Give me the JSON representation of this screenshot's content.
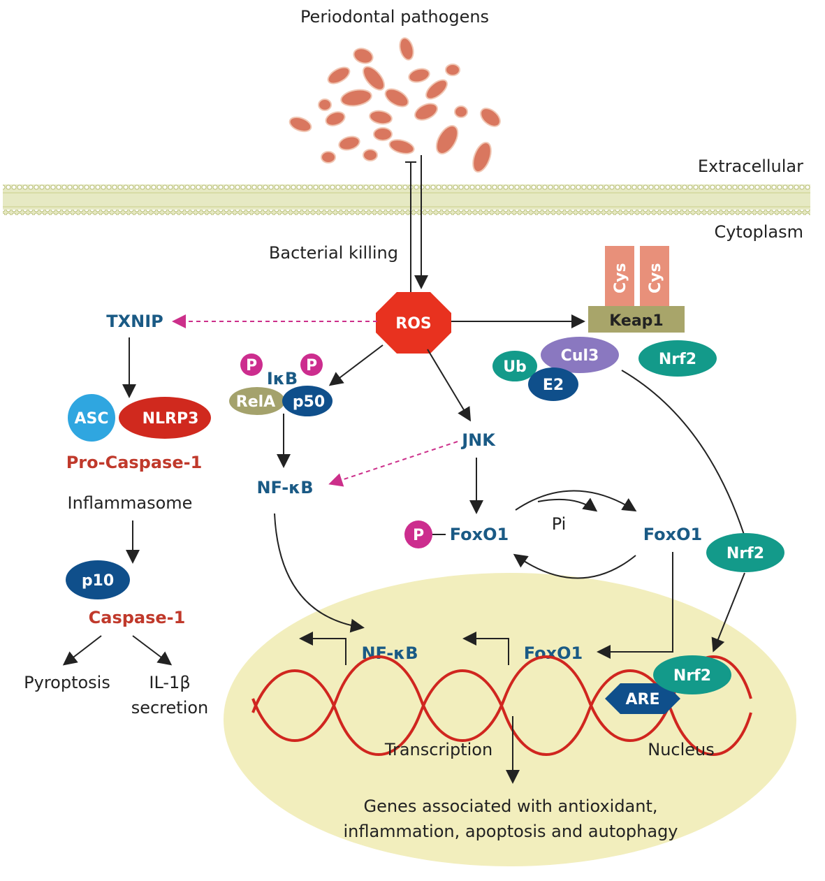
{
  "labels": {
    "periodontal_pathogens": "Periodontal pathogens",
    "extracellular": "Extracellular",
    "cytoplasm": "Cytoplasm",
    "bacterial_killing": "Bacterial killing",
    "ros": "ROS",
    "txnip": "TXNIP",
    "asc": "ASC",
    "nlrp3": "NLRP3",
    "pro_caspase_1": "Pro-Caspase-1",
    "inflammasome": "Inflammasome",
    "p10": "p10",
    "caspase_1": "Caspase-1",
    "pyroptosis": "Pyroptosis",
    "il1b_line1": "IL-1β",
    "il1b_line2": "secretion",
    "p_mark": "P",
    "ikb": "IκB",
    "rela": "RelA",
    "p50": "p50",
    "nfkb": "NF-κB",
    "jnk": "JNK",
    "foxo1": "FoxO1",
    "pi": "Pi",
    "cys": "Cys",
    "keap1": "Keap1",
    "cul3": "Cul3",
    "ub": "Ub",
    "e2": "E2",
    "nrf2": "Nrf2",
    "are": "ARE",
    "transcription": "Transcription",
    "nucleus": "Nucleus",
    "genes_line1": "Genes associated with antioxidant,",
    "genes_line2": "inflammation, apoptosis and autophagy"
  },
  "colors": {
    "ros": "#e8321f",
    "asc": "#2fa6e0",
    "nlrp3": "#d0291e",
    "dark_blue": "#0f4f8b",
    "rela": "#a4a26c",
    "keap1": "#a8a56a",
    "cys": "#e8907a",
    "cul3": "#8a78c0",
    "teal": "#139a8a",
    "p_badge": "#cc2d8e",
    "nucleus": "#f2eebd",
    "dna": "#d0261f",
    "membrane": "#c9cf8a"
  }
}
